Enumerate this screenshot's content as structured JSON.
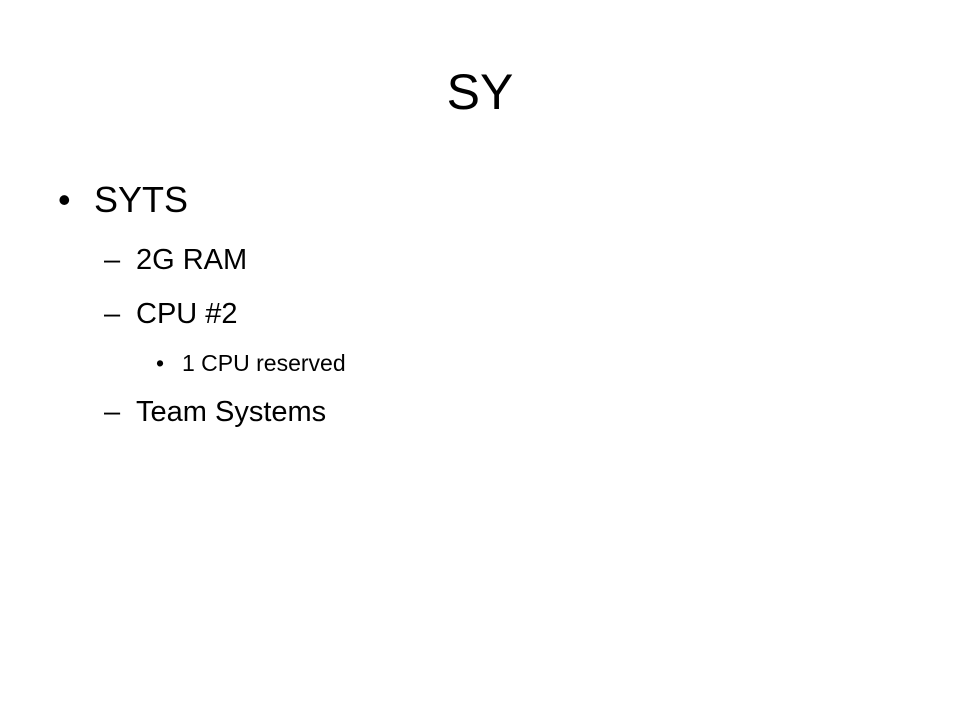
{
  "slide": {
    "title": "SY",
    "bullet_char": "•",
    "dash_char": "–",
    "items": [
      {
        "text": "SYTS",
        "children": [
          {
            "text": "2G RAM"
          },
          {
            "text": "CPU #2",
            "children": [
              {
                "text": "1 CPU reserved"
              }
            ]
          },
          {
            "text": "Team Systems"
          }
        ]
      }
    ]
  }
}
